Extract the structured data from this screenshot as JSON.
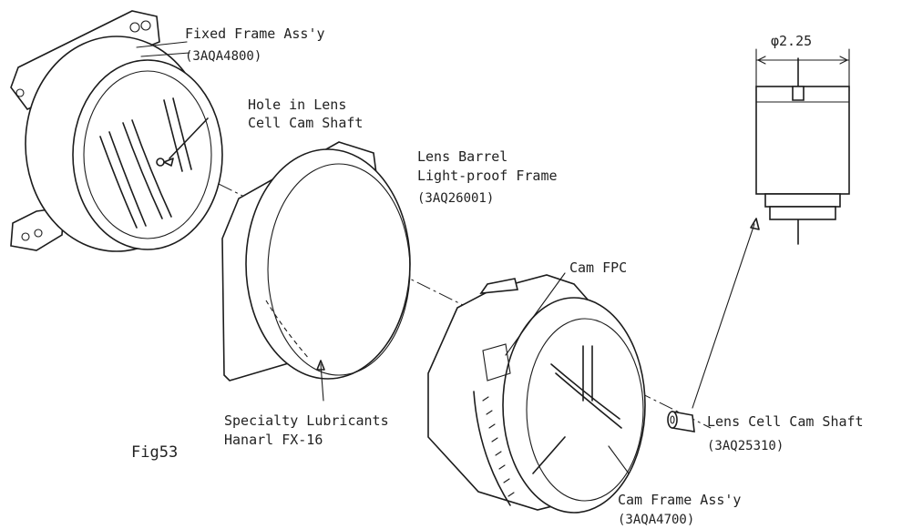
{
  "labels": {
    "fixed_frame_title": "Fixed Frame Ass'y",
    "fixed_frame_code": "(3AQA4800)",
    "hole_line1": "Hole in Lens",
    "hole_line2": "Cell Cam Shaft",
    "barrel_line1": "Lens Barrel",
    "barrel_line2": "Light-proof Frame",
    "barrel_code": "(3AQ26001)",
    "cam_fpc": "Cam FPC",
    "lubricant_line1": "Specialty Lubricants",
    "lubricant_line2": "Hanarl FX-16",
    "figure": "Fig53",
    "shaft_title": "Lens Cell Cam Shaft",
    "shaft_code": "(3AQ25310)",
    "cam_frame_title": "Cam Frame Ass'y",
    "cam_frame_code": "(3AQA4700)",
    "diameter": "φ2.25"
  }
}
